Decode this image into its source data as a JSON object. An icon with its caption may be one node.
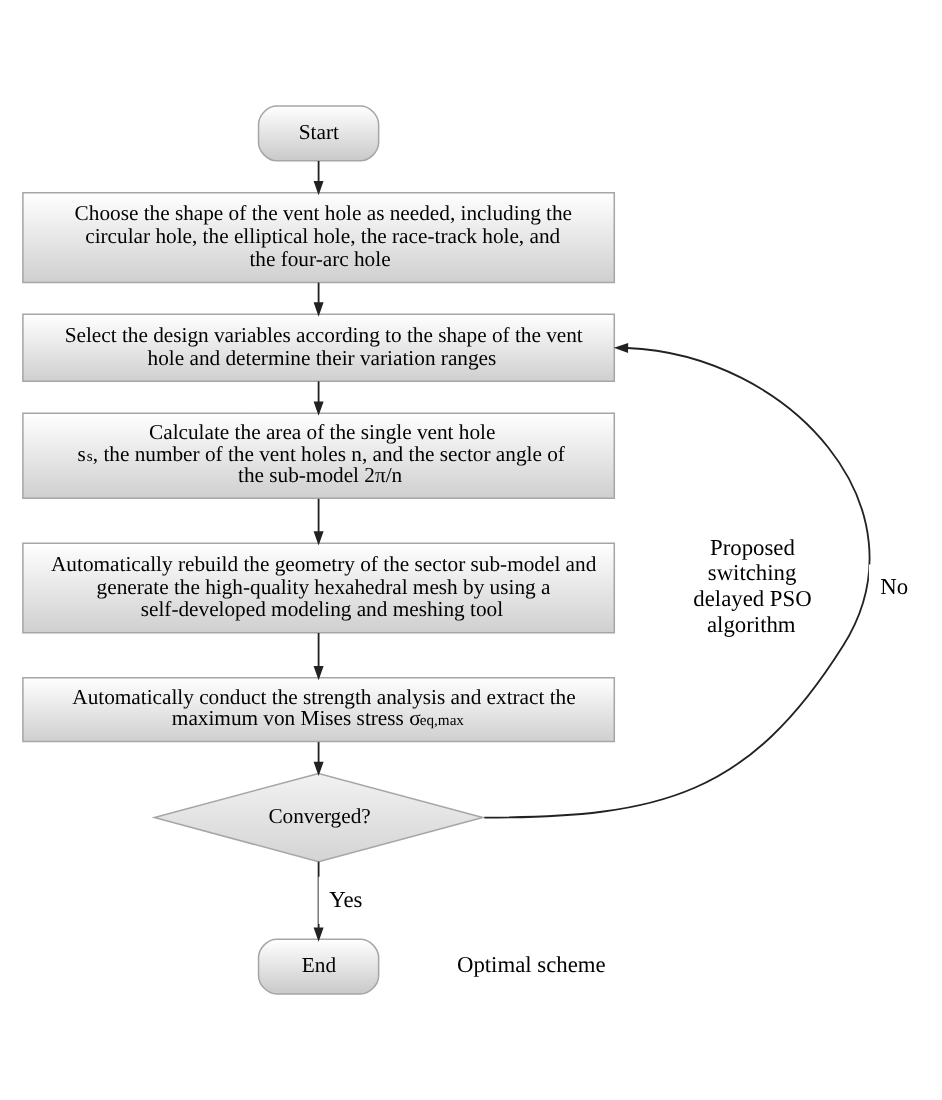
{
  "diagram": {
    "nodes": [
      {
        "text": [
          "Start"
        ]
      },
      {
        "text": [
          "Choose the shape of the vent hole as needed, including the circular hole, the elliptical hole, the race-track hole, and the four-arc hole"
        ]
      },
      {
        "text": [
          "Select the design variables according to the shape of the vent hole and determine their variation ranges"
        ]
      },
      {
        "text": [
          "Calculate the area of the single vent hole s$_{s}$, the number of the vent holes n, and the sector angle of the sub-model 2π/n"
        ]
      },
      {
        "text": [
          "Automatically rebuild the geometry of the sector sub-model and generate the high-quality hexahedral mesh by using a self-developed modeling and meshing tool"
        ]
      },
      {
        "text": [
          "Automatically conduct the strength analysis and extract the maximum von Mises stress σ$_{eq,max}$"
        ]
      },
      {
        "text": [
          "Converged?"
        ]
      },
      {
        "text": [
          "End"
        ]
      }
    ],
    "edges": [
      {
        "from": 0,
        "to": 1,
        "arrow": "to"
      },
      {
        "from": 1,
        "to": 2,
        "arrow": "to"
      },
      {
        "from": 2,
        "to": 3,
        "arrow": "to"
      },
      {
        "from": 3,
        "to": 4,
        "arrow": "to"
      },
      {
        "from": 4,
        "to": 5,
        "arrow": "to"
      },
      {
        "from": 5,
        "to": 6,
        "arrow": "to"
      },
      {
        "from": 6,
        "to": 2,
        "arrow": "to",
        "label": "No"
      },
      {
        "from": 6,
        "to": 7,
        "arrow": "to",
        "label": "Yes"
      }
    ],
    "labels": [
      "Proposed switching delayed PSO algorithm",
      "Optimal scheme"
    ]
  }
}
